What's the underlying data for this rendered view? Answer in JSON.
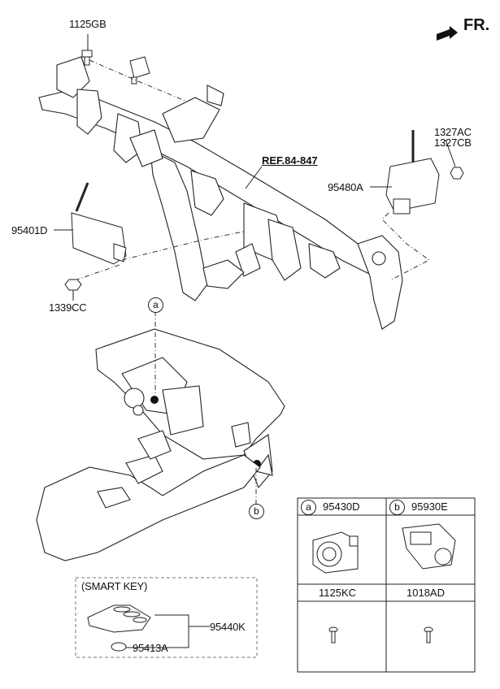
{
  "direction": {
    "label": "FR."
  },
  "parts": {
    "p1125GB": "1125GB",
    "p1327AC": "1327AC",
    "p1327CB": "1327CB",
    "p95480A": "95480A",
    "ref": "REF.84-847",
    "p95401D": "95401D",
    "p1339CC": "1339CC",
    "p95440K": "95440K",
    "p95413A": "95413A"
  },
  "callouts": {
    "a": "a",
    "b": "b"
  },
  "smart_key": {
    "title": "(SMART KEY)"
  },
  "table": {
    "row1": [
      {
        "marker": "a",
        "part": "95430D"
      },
      {
        "marker": "b",
        "part": "95930E"
      }
    ],
    "row2": [
      {
        "part": "1125KC"
      },
      {
        "part": "1018AD"
      }
    ]
  }
}
